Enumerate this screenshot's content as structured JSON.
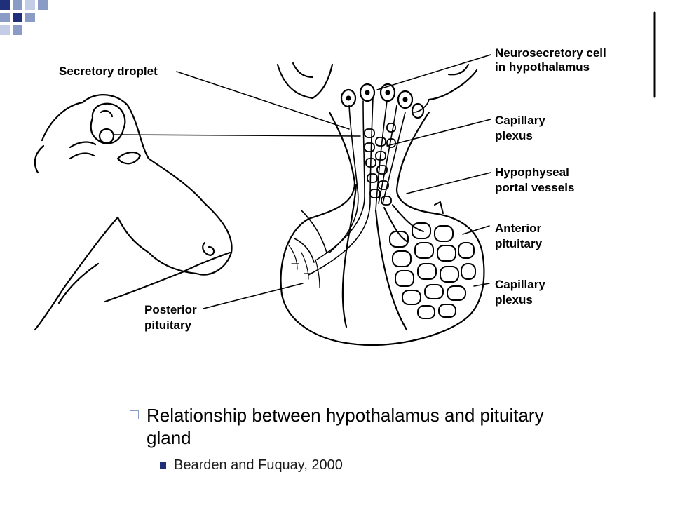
{
  "diagram": {
    "labels": {
      "secretory_droplet": "Secretory droplet",
      "neurosecretory_1": "Neurosecretory cell",
      "neurosecretory_2": "in hypothalamus",
      "capillary_plexus_top_1": "Capillary",
      "capillary_plexus_top_2": "plexus",
      "portal_1": "Hypophyseal",
      "portal_2": "portal vessels",
      "anterior_1": "Anterior",
      "anterior_2": "pituitary",
      "capillary_plexus_bottom_1": "Capillary",
      "capillary_plexus_bottom_2": "plexus",
      "posterior_1": "Posterior",
      "posterior_2": "pituitary"
    }
  },
  "bullets": {
    "main": "Relationship between hypothalamus and pituitary gland",
    "sub": "Bearden and Fuquay, 2000"
  },
  "theme": {
    "accent_dark": "#1f2f7a",
    "accent_light": "#8a9bc6"
  }
}
